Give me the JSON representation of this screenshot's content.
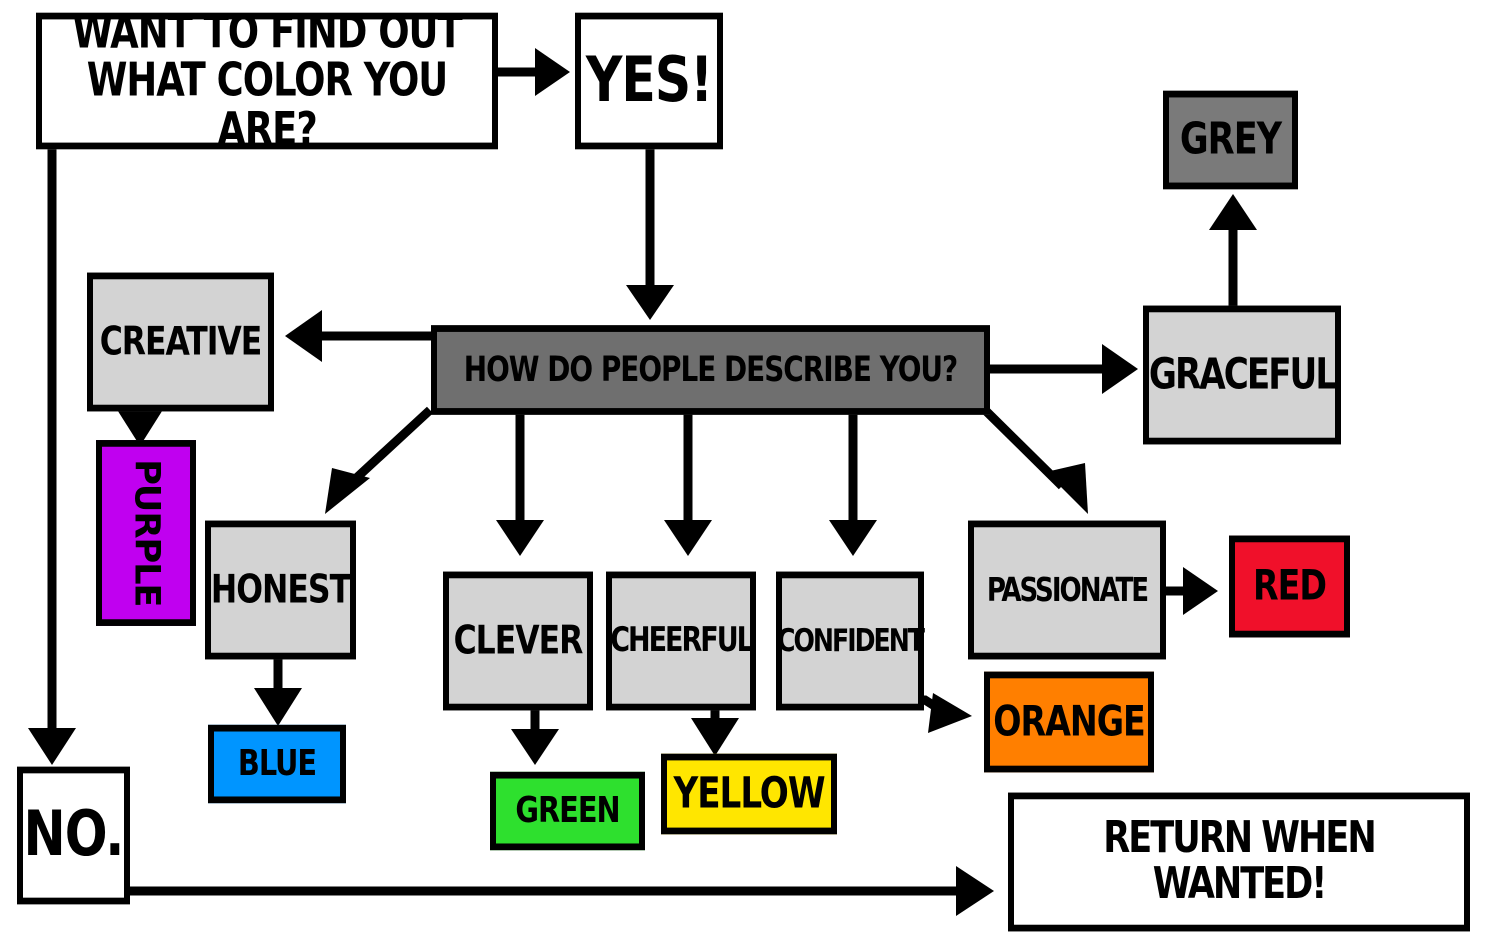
{
  "colors": {
    "stroke": "#000000",
    "white": "#ffffff",
    "light_grey": "#d3d3d3",
    "dark_grey": "#6f6f6f",
    "grey": "#7a7a7a",
    "purple": "#c000f0",
    "blue": "#0095ff",
    "green": "#2ee02e",
    "yellow": "#ffe600",
    "orange": "#ff7f00",
    "red": "#f0102a"
  },
  "nodes": {
    "start": "WANT TO FIND OUT WHAT COLOR YOU ARE?",
    "yes": "YES!",
    "no": "NO.",
    "question": "HOW DO PEOPLE DESCRIBE YOU?",
    "creative": "CREATIVE",
    "honest": "HONEST",
    "clever": "CLEVER",
    "cheerful": "CHEERFUL",
    "confident": "CONFIDENT",
    "passionate": "PASSIONATE",
    "graceful": "GRACEFUL",
    "purple": "PURPLE",
    "blue": "BLUE",
    "green": "GREEN",
    "yellow": "YELLOW",
    "orange": "ORANGE",
    "red": "RED",
    "grey": "GREY",
    "return": "RETURN WHEN WANTED!"
  }
}
